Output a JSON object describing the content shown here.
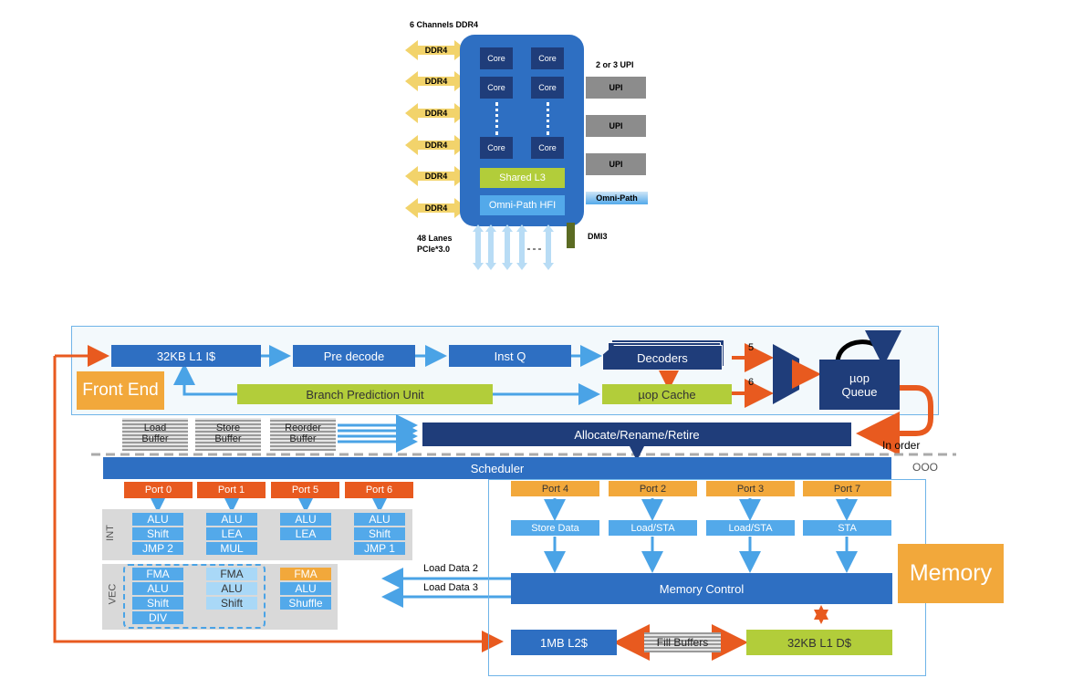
{
  "top": {
    "channels_label": "6 Channels DDR4",
    "ddr": [
      "DDR4",
      "DDR4",
      "DDR4",
      "DDR4",
      "DDR4",
      "DDR4"
    ],
    "core": "Core",
    "upi_label": "2 or 3 UPI",
    "upi": [
      "UPI",
      "UPI",
      "UPI"
    ],
    "l3": "Shared L3",
    "hfi": "Omni-Path HFI",
    "omni": "Omni-Path",
    "pcie_1": "48 Lanes",
    "pcie_2": "PCIe*3.0",
    "dmi": "DMI3"
  },
  "fe": {
    "title": "Front End",
    "l1i": "32KB L1 I$",
    "predecode": "Pre decode",
    "instq": "Inst Q",
    "decoders": "Decoders",
    "bpu": "Branch Prediction Unit",
    "uopcache": "µop Cache",
    "n5": "5",
    "n6": "6",
    "uopq_1": "µop",
    "uopq_2": "Queue"
  },
  "buffers": {
    "load_1": "Load",
    "load_2": "Buffer",
    "store_1": "Store",
    "store_2": "Buffer",
    "rob_1": "Reorder",
    "rob_2": "Buffer"
  },
  "alloc": "Allocate/Rename/Retire",
  "in_order": "In order",
  "scheduler": "Scheduler",
  "ooo": "OOO",
  "ports_left": [
    "Port 0",
    "Port 1",
    "Port 5",
    "Port 6"
  ],
  "int_label": "INT",
  "vec_label": "VEC",
  "int_units": [
    [
      "ALU",
      "Shift",
      "JMP 2"
    ],
    [
      "ALU",
      "LEA",
      "MUL"
    ],
    [
      "ALU",
      "LEA"
    ],
    [
      "ALU",
      "Shift",
      "JMP 1"
    ]
  ],
  "vec_units": [
    [
      "FMA",
      "ALU",
      "Shift",
      "DIV"
    ],
    [
      "FMA",
      "ALU",
      "Shift"
    ],
    [
      "FMA",
      "ALU",
      "Shuffle"
    ]
  ],
  "ports_right": [
    "Port 4",
    "Port 2",
    "Port 3",
    "Port 7"
  ],
  "mem_units": [
    "Store Data",
    "Load/STA",
    "Load/STA",
    "STA"
  ],
  "load_data_2": "Load Data 2",
  "load_data_3": "Load Data 3",
  "mem_control": "Memory Control",
  "memory_title": "Memory",
  "l2": "1MB L2$",
  "fill": "Fill Buffers",
  "l1d": "32KB L1 D$",
  "colors": {
    "dark": "#1f3d7a",
    "blue": "#2e6fc2",
    "light_blue": "#53a9ea",
    "lime": "#b2cd3a",
    "red": "#e85a1f",
    "orange": "#f2a83b"
  }
}
